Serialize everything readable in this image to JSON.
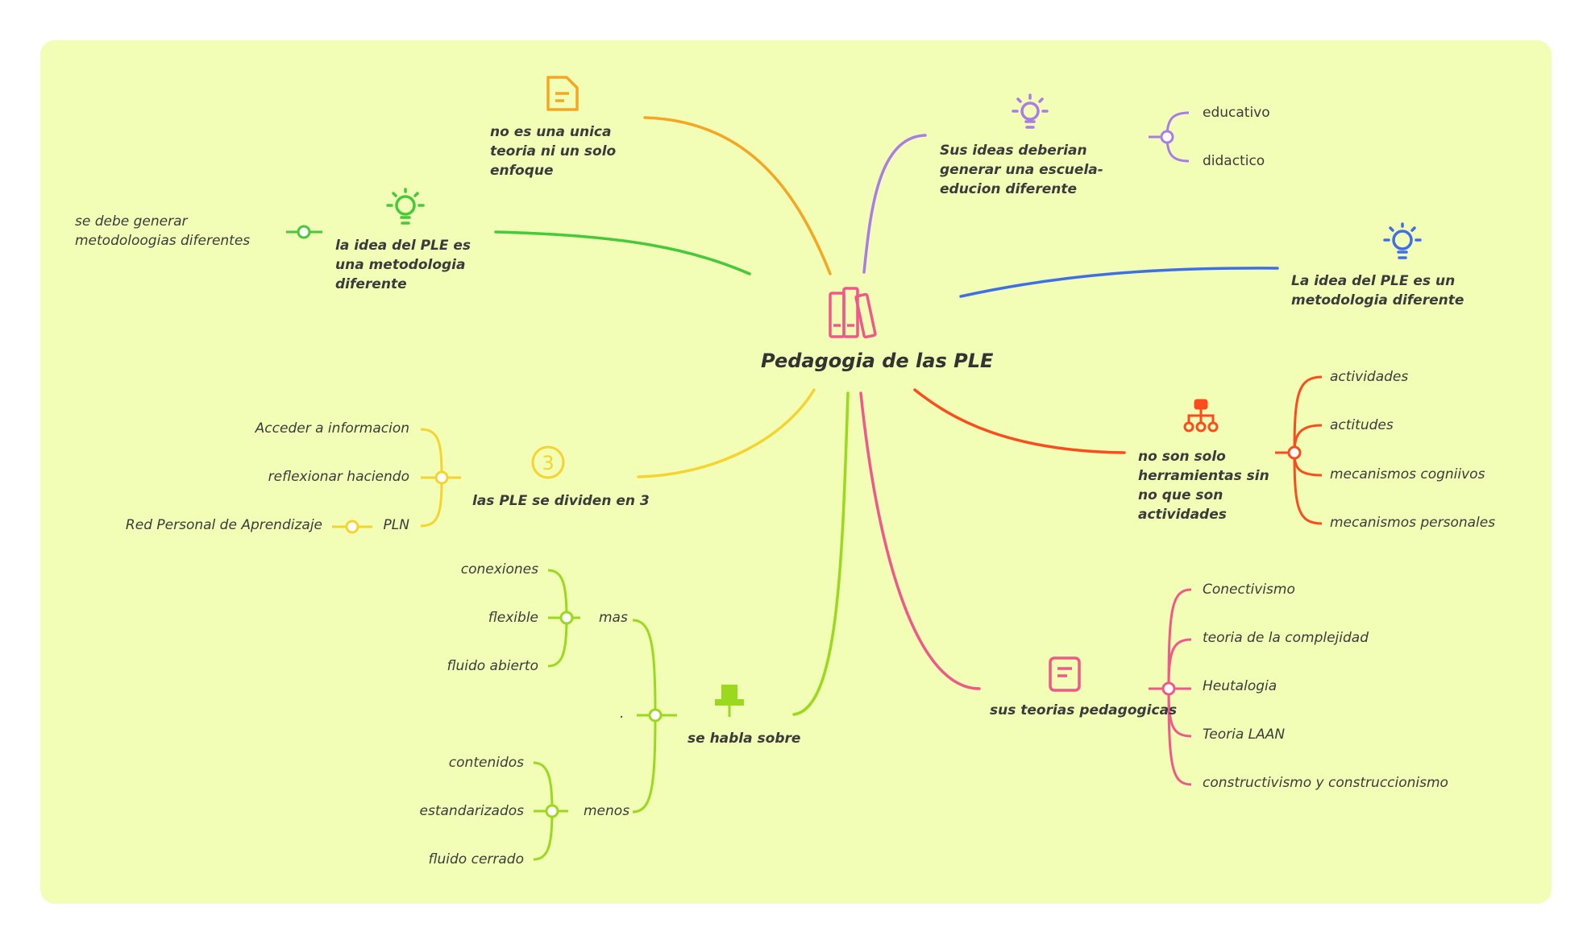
{
  "colors": {
    "canvas": "#f2fdb5",
    "orange": "#f5a623",
    "purple": "#a97de8",
    "green": "#46c93a",
    "blue": "#3f6fe8",
    "red": "#fc4c1e",
    "yellow": "#f5d430",
    "lime": "#9bd91e",
    "pink": "#f2578a"
  },
  "central": {
    "title": "Pedagogia de las PLE",
    "icon": "books-icon"
  },
  "branches": {
    "teoria": {
      "label": "no es una unica teoria ni un solo enfoque",
      "icon": "document-icon"
    },
    "ideas": {
      "label": "Sus ideas deberian generar una escuela-educion diferente",
      "icon": "lightbulb-icon",
      "children": [
        "educativo",
        "didactico"
      ]
    },
    "metodologia": {
      "label": "la idea del PLE es una metodologia diferente",
      "icon": "lightbulb-icon",
      "children": [
        "se debe generar metodoloogias diferentes"
      ]
    },
    "metodologia2": {
      "label": "La idea del PLE es un metodologia diferente",
      "icon": "lightbulb-icon"
    },
    "herramientas": {
      "label": "no son solo herramientas sin no que son actividades",
      "icon": "hierarchy-icon",
      "children": [
        "actividades",
        "actitudes",
        "mecanismos cogniivos",
        "mecanismos personales"
      ]
    },
    "divididen": {
      "label": "las PLE se dividen en 3",
      "icon": "number-three-icon",
      "children": [
        "Acceder a informacion",
        "reflexionar haciendo",
        "PLN"
      ],
      "pln_child": "Red Personal de Aprendizaje"
    },
    "habla": {
      "label": "se habla sobre",
      "icon": "pin-icon",
      "dot": ".",
      "mas": {
        "label": "mas",
        "children": [
          "conexiones",
          "flexible",
          "fluido abierto"
        ]
      },
      "menos": {
        "label": "menos",
        "children": [
          "contenidos",
          "estandarizados",
          "fluido cerrado"
        ]
      }
    },
    "teorias": {
      "label": "sus teorias pedagogicas",
      "icon": "note-icon",
      "children": [
        "Conectivismo",
        "teoria de la complejidad",
        "Heutalogia",
        "Teoria LAAN",
        "constructivismo y construccionismo"
      ]
    }
  }
}
